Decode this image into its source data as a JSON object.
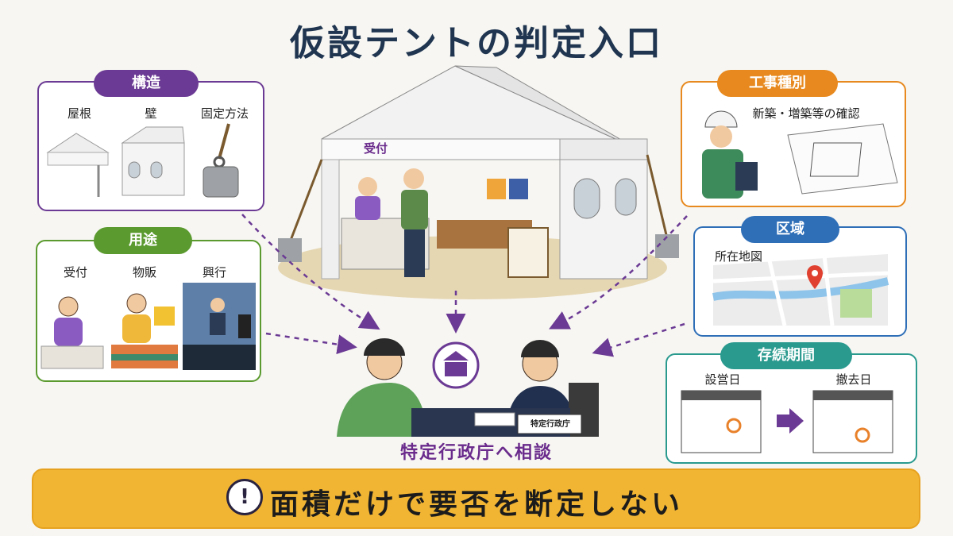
{
  "title": "仮設テントの判定入口",
  "tent": {
    "reception_sign": "受付"
  },
  "structure": {
    "heading": "構造",
    "items": [
      "屋根",
      "壁",
      "固定方法"
    ]
  },
  "usage": {
    "heading": "用途",
    "items": [
      "受付",
      "物販",
      "興行"
    ]
  },
  "construction_type": {
    "heading": "工事種別",
    "caption": "新築・増築等の確認"
  },
  "zone": {
    "heading": "区域",
    "caption": "所在地図"
  },
  "duration": {
    "heading": "存続期間",
    "start_label": "設営日",
    "end_label": "撤去日"
  },
  "consultation": {
    "caption": "特定行政庁へ相談",
    "desk_sign": "特定行政庁"
  },
  "bottom_message": "面積だけで要否を断定しない",
  "warning_symbol": "!",
  "colors": {
    "structure": "#6b3a94",
    "usage": "#5a9a2e",
    "construction_type": "#e7891e",
    "zone": "#2f6fb8",
    "duration": "#2a9a8f",
    "arrow": "#6b3a94",
    "bottom_bar": "#f2b533"
  }
}
